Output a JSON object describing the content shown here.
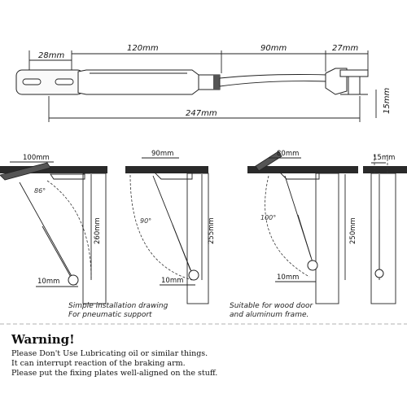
{
  "top_dimensions": {
    "d1": "28mm",
    "d2": "120mm",
    "d3": "90mm",
    "d4": "27mm",
    "d5": "15mm",
    "total": "247mm"
  },
  "panels": [
    {
      "width": "100mm",
      "angle": "86°",
      "height": "260mm",
      "bottom": "10mm"
    },
    {
      "width": "90mm",
      "angle": "90°",
      "height": "255mm",
      "bottom": "10mm"
    },
    {
      "width": "80mm",
      "angle": "100°",
      "height": "250mm",
      "bottom": "10mm"
    },
    {
      "width": "15mm"
    }
  ],
  "captions": {
    "left_line1": "Simple installation drawing",
    "left_line2": "For pneumatic support",
    "right_line1": "Suitable for wood door",
    "right_line2": "and aluminum frame."
  },
  "warning": {
    "title": "Warning!",
    "lines": [
      "Please Don't Use Lubricating oil or similar things.",
      "It can interrupt reaction of the braking arm.",
      "Please put the fixing plates well-aligned on the stuff."
    ]
  }
}
